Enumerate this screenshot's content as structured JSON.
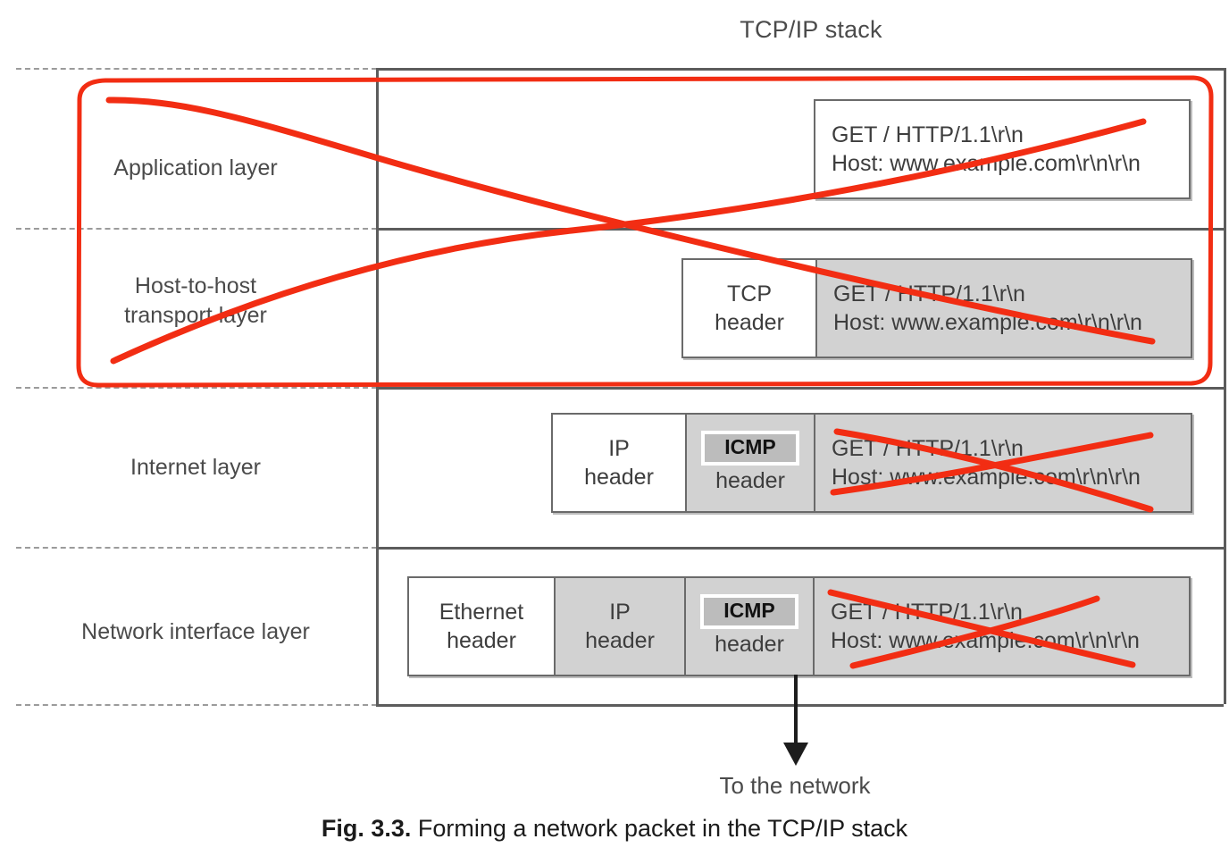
{
  "title": "TCP/IP stack",
  "caption": {
    "figure_number": "Fig. 3.3.",
    "text": " Forming a network packet in the TCP/IP stack"
  },
  "flow": {
    "arrow_label": "To the network"
  },
  "payload": {
    "line1": "GET / HTTP/1.1\\r\\n",
    "line2": "Host: www.example.com\\r\\n\\r\\n"
  },
  "layers": [
    {
      "id": "application",
      "label": "Application layer",
      "cells": [
        {
          "name": "http-payload",
          "top": "GET / HTTP/1.1\\r\\n",
          "bottom": "Host: www.example.com\\r\\n\\r\\n",
          "shaded": false
        }
      ]
    },
    {
      "id": "transport",
      "label_line1": "Host-to-host",
      "label_line2": "transport layer",
      "label": "Host-to-host transport layer",
      "cells": [
        {
          "name": "tcp-header",
          "top": "TCP",
          "bottom": "header",
          "shaded": false
        },
        {
          "name": "http-payload",
          "top": "GET / HTTP/1.1\\r\\n",
          "bottom": "Host: www.example.com\\r\\n\\r\\n",
          "shaded": true
        }
      ]
    },
    {
      "id": "internet",
      "label": "Internet layer",
      "cells": [
        {
          "name": "ip-header",
          "top": "IP",
          "bottom": "header",
          "shaded": false
        },
        {
          "name": "icmp-header",
          "top": "ICMP",
          "bottom": "header",
          "shaded": true,
          "highlight": true
        },
        {
          "name": "http-payload",
          "top": "GET / HTTP/1.1\\r\\n",
          "bottom": "Host: www.example.com\\r\\n\\r\\n",
          "shaded": true
        }
      ]
    },
    {
      "id": "network-interface",
      "label": "Network interface layer",
      "cells": [
        {
          "name": "ethernet-header",
          "top": "Ethernet",
          "bottom": "header",
          "shaded": false
        },
        {
          "name": "ip-header",
          "top": "IP",
          "bottom": "header",
          "shaded": true
        },
        {
          "name": "icmp-header",
          "top": "ICMP",
          "bottom": "header",
          "shaded": true,
          "highlight": true
        },
        {
          "name": "http-payload",
          "top": "GET / HTTP/1.1\\r\\n",
          "bottom": "Host: www.example.com\\r\\n\\r\\n",
          "shaded": true
        }
      ]
    }
  ],
  "annotations": {
    "accent_color": "#f22d13",
    "marks": [
      {
        "name": "highlight-rect-upper-layers",
        "shape": "rounded-rectangle"
      },
      {
        "name": "cross-out-upper-layers",
        "shape": "x-stroke"
      },
      {
        "name": "cross-out-internet-payload",
        "shape": "x-stroke"
      },
      {
        "name": "cross-out-network-interface-payload",
        "shape": "x-stroke"
      }
    ]
  },
  "colors": {
    "frame": "#5c5c5c",
    "dashed": "#9b9b9b",
    "cell_border": "#6a6a6a",
    "shaded_fill": "#d2d2d2",
    "icmp_fill": "#bcbcbc",
    "text": "#3d3d3d",
    "annotation_red": "#f22d13"
  }
}
